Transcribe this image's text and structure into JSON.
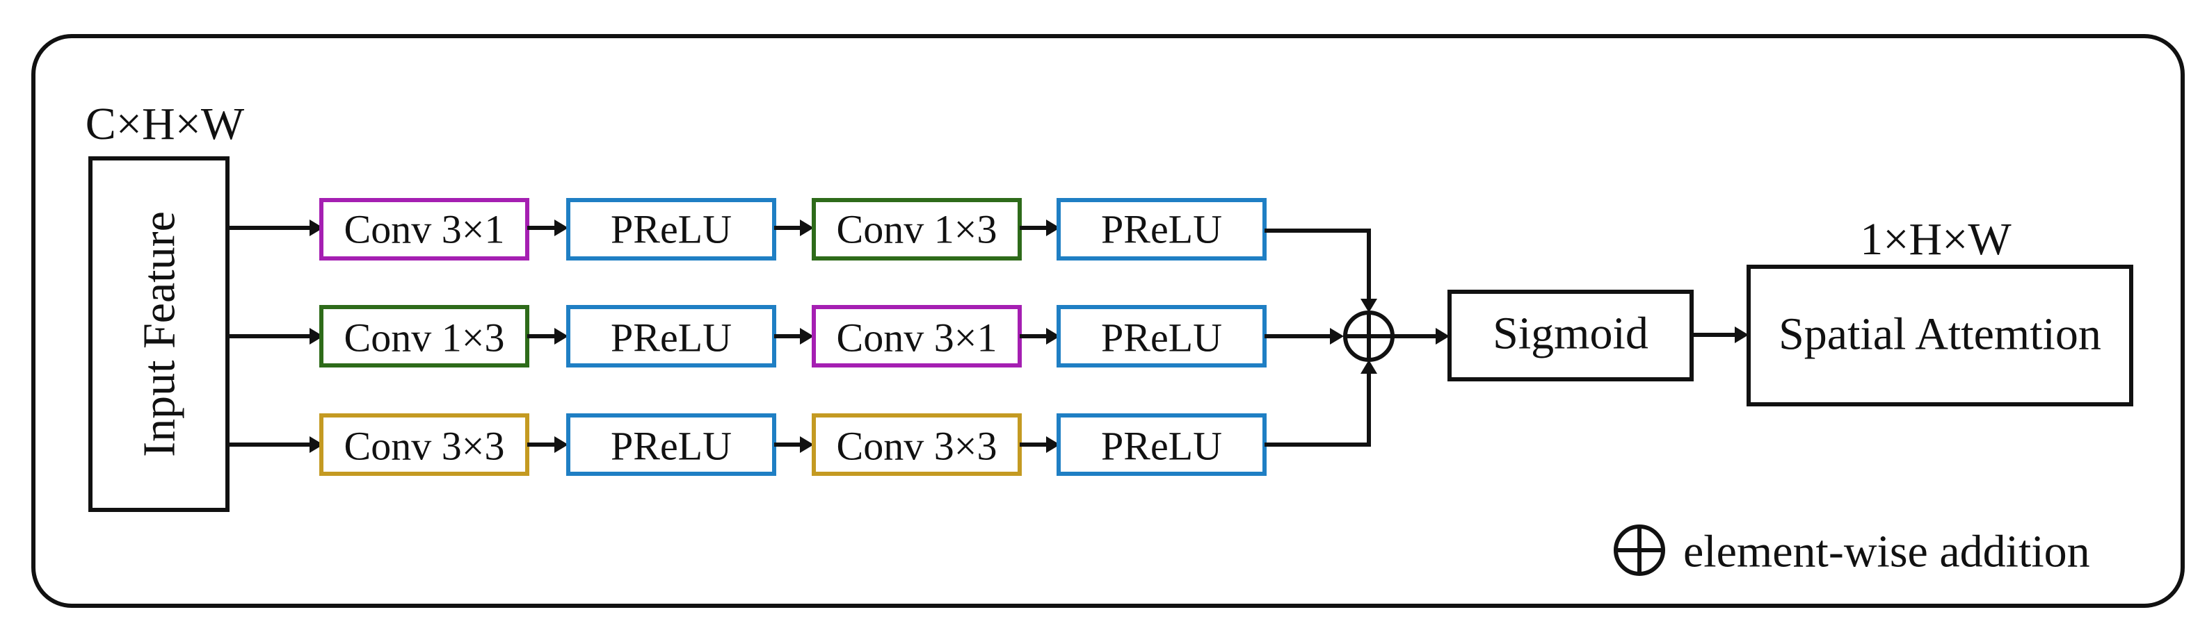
{
  "input": {
    "dims": "C×H×W",
    "label": "Input Feature"
  },
  "branches": [
    {
      "blocks": [
        "Conv 3×1",
        "PReLU",
        "Conv 1×3",
        "PReLU"
      ]
    },
    {
      "blocks": [
        "Conv 1×3",
        "PReLU",
        "Conv 3×1",
        "PReLU"
      ]
    },
    {
      "blocks": [
        "Conv 3×3",
        "PReLU",
        "Conv 3×3",
        "PReLU"
      ]
    }
  ],
  "sigmoid": {
    "label": "Sigmoid"
  },
  "output": {
    "dims": "1×H×W",
    "label": "Spatial Attemtion"
  },
  "legend": {
    "text": "element-wise addition"
  },
  "colors": {
    "conv_3x1": "#a51fb2",
    "conv_1x3": "#2e6b1a",
    "conv_3x3": "#c49a22",
    "prelu": "#1f7fc4",
    "outline": "#111111"
  }
}
